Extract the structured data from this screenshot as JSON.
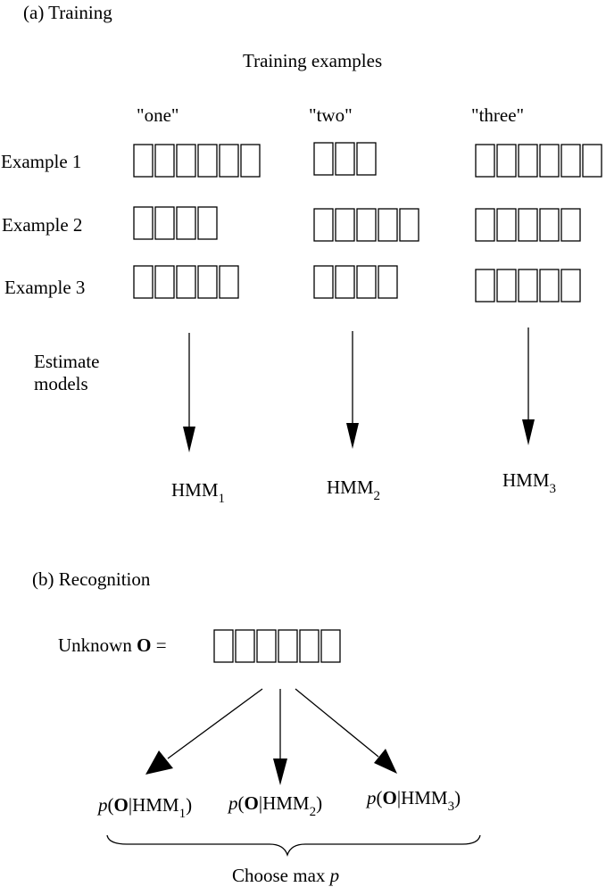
{
  "training": {
    "section_label": "(a) Training",
    "heading": "Training examples",
    "columns": [
      {
        "label": "\"one\"",
        "model": "HMM",
        "model_sub": "1",
        "frame_counts": [
          6,
          4,
          5
        ]
      },
      {
        "label": "\"two\"",
        "model": "HMM",
        "model_sub": "2",
        "frame_counts": [
          3,
          5,
          4
        ]
      },
      {
        "label": "\"three\"",
        "model": "HMM",
        "model_sub": "3",
        "frame_counts": [
          6,
          5,
          5
        ]
      }
    ],
    "rows": [
      "Example 1",
      "Example 2",
      "Example 3"
    ],
    "estimate_label_line1": "Estimate",
    "estimate_label_line2": "models"
  },
  "recognition": {
    "section_label": "(b) Recognition",
    "unknown_prefix": "Unknown ",
    "unknown_symbol": "O",
    "unknown_suffix": " =",
    "unknown_frame_count": 6,
    "probabilities": [
      {
        "p": "p",
        "open": "(",
        "obs": "O",
        "bar": "|",
        "model": "HMM",
        "sub": "1",
        "close": ")"
      },
      {
        "p": "p",
        "open": "(",
        "obs": "O",
        "bar": "|",
        "model": "HMM",
        "sub": "2",
        "close": ")"
      },
      {
        "p": "p",
        "open": "(",
        "obs": "O",
        "bar": "|",
        "model": "HMM",
        "sub": "3",
        "close": ")"
      }
    ],
    "choose_prefix": "Choose max ",
    "choose_var": "p"
  }
}
